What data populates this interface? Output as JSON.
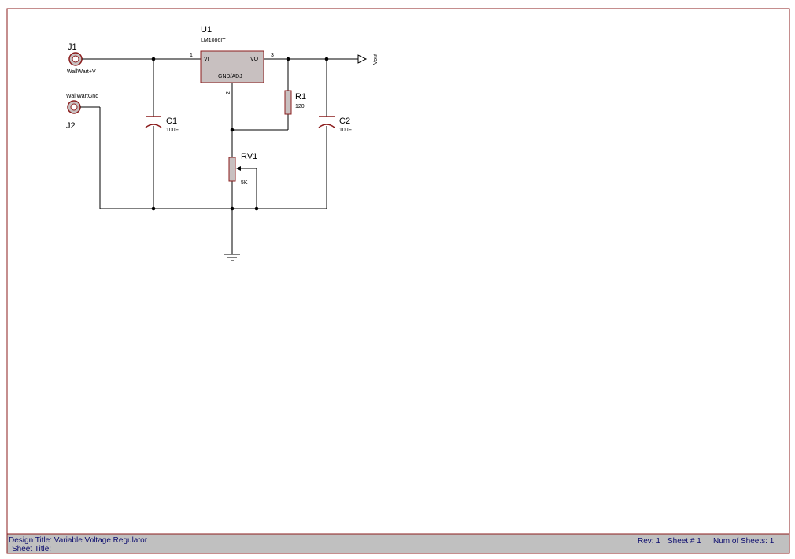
{
  "schematic": {
    "u1": {
      "ref": "U1",
      "value": "LM1086IT",
      "pin_vi": "VI",
      "pin_vo": "VO",
      "pin_adj": "GND/ADJ",
      "pin1": "1",
      "pin2": "2",
      "pin3": "3"
    },
    "j1": {
      "ref": "J1",
      "value": "WallWart+V"
    },
    "j2": {
      "ref": "J2",
      "value": "WallWartGnd"
    },
    "c1": {
      "ref": "C1",
      "value": "10uF"
    },
    "c2": {
      "ref": "C2",
      "value": "10uF"
    },
    "r1": {
      "ref": "R1",
      "value": "120"
    },
    "rv1": {
      "ref": "RV1",
      "value": "5K"
    },
    "vout": {
      "label": "Vout"
    }
  },
  "title_block": {
    "design_title": "Design Title: Variable Voltage Regulator",
    "sheet_title": "Sheet Title:",
    "rev": "Rev: 1",
    "sheet_no": "Sheet # 1",
    "num_sheets": "Num of Sheets: 1"
  },
  "colors": {
    "border": "#8b1c1c",
    "component_fill": "#c8c0c0",
    "title_band": "#c0c0c0"
  }
}
